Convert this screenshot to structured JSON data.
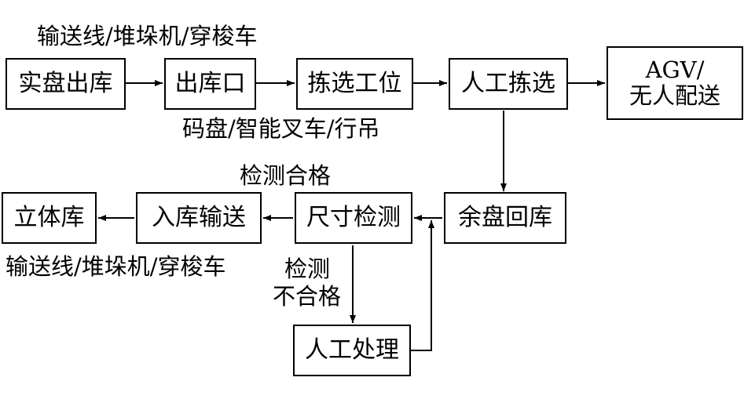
{
  "nodes": {
    "full_outbound": "实盘出库",
    "outbound_port": "出库口",
    "picking_station": "拣选工位",
    "manual_picking": "人工拣选",
    "agv_line1": "AGV/",
    "agv_line2": "无人配送",
    "pallet_return": "余盘回库",
    "size_check": "尺寸检测",
    "inbound_conveying": "入库输送",
    "stereo_warehouse": "立体库",
    "manual_handling": "人工处理"
  },
  "labels": {
    "top_equipment": "输送线/堆垛机/穿梭车",
    "lift_equipment": "码盘/智能叉车/行吊",
    "check_pass": "检测合格",
    "bottom_equipment": "输送线/堆垛机/穿梭车",
    "check_fail_line1": "检测",
    "check_fail_line2": "不合格"
  }
}
